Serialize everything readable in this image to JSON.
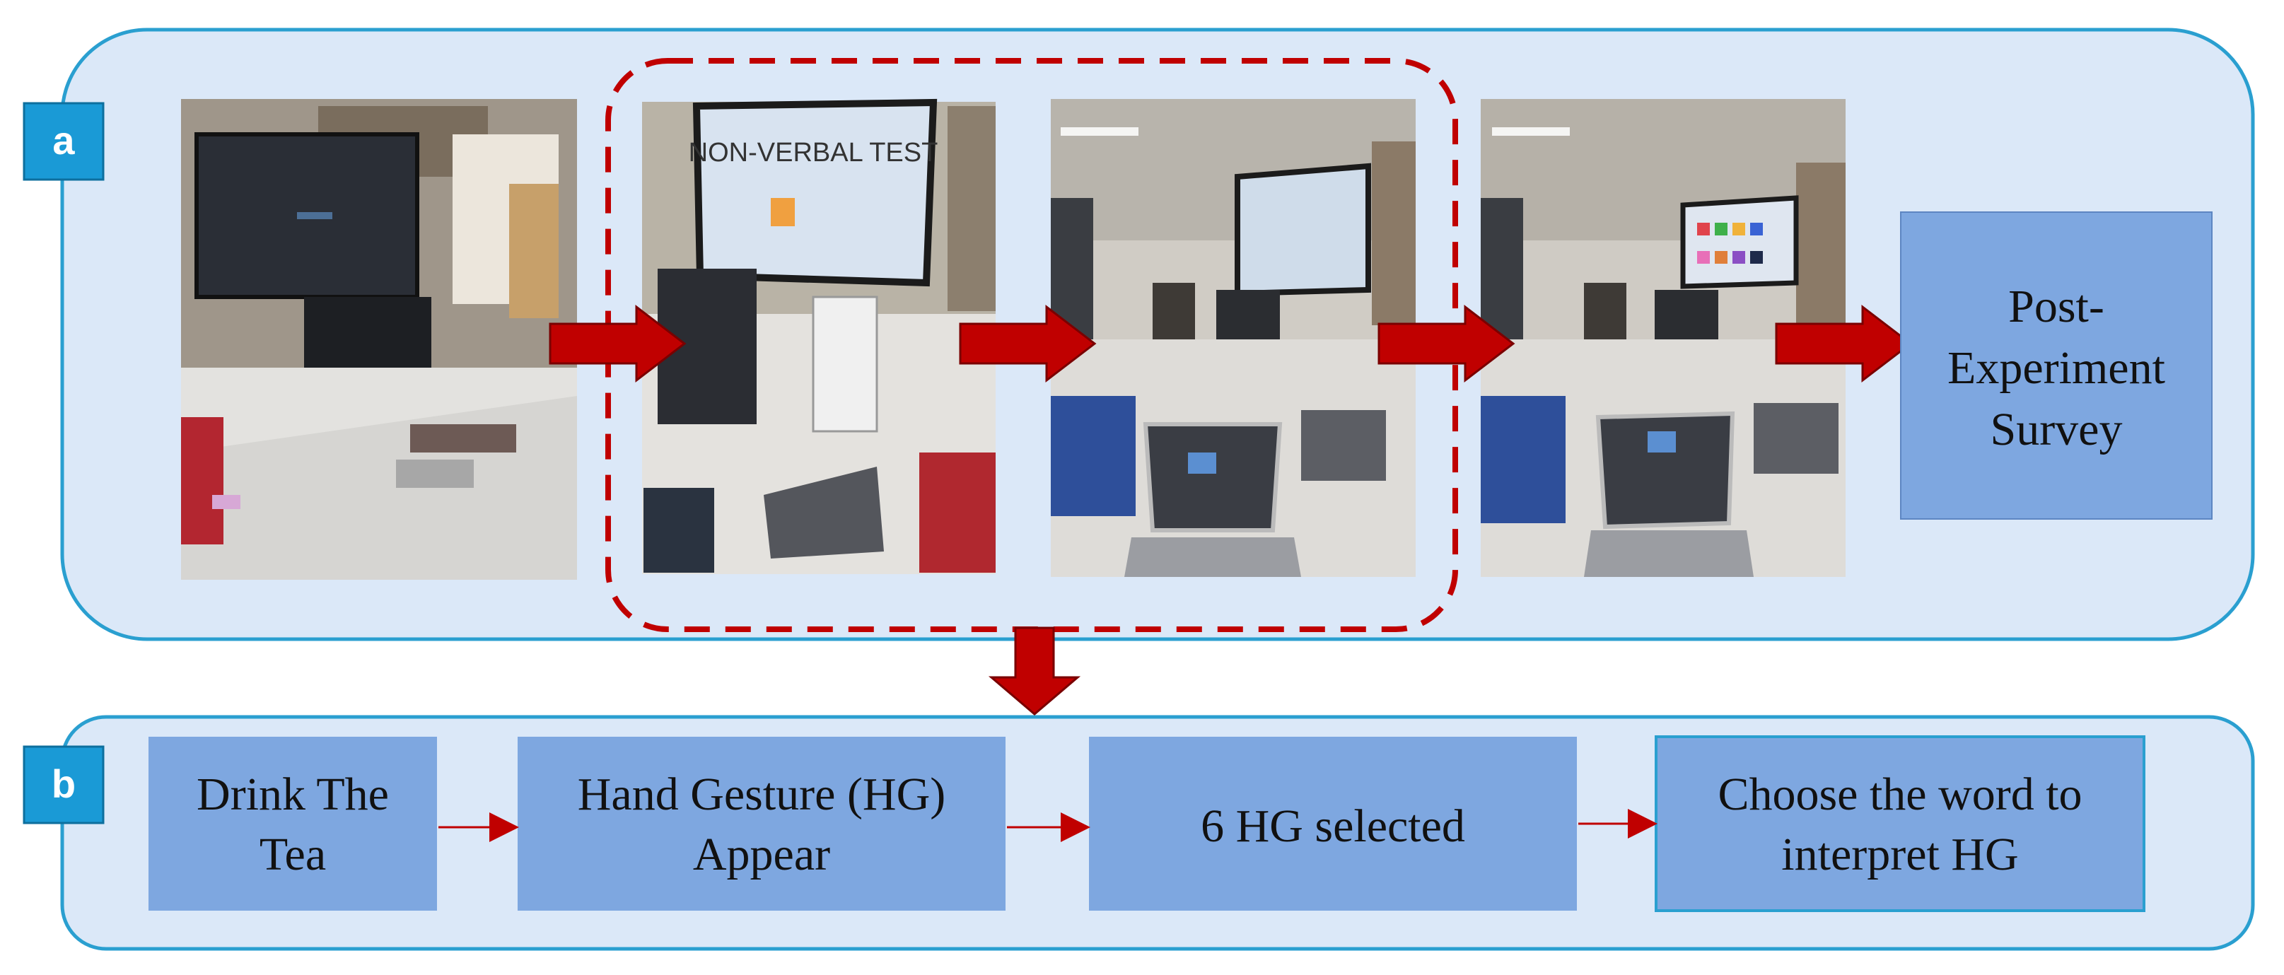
{
  "panel_a": {
    "label": "a",
    "photos": [
      {
        "scene": "office-monitor-setup",
        "screen_text": ""
      },
      {
        "scene": "nonverbal-test-screen",
        "screen_text": "NON-VERBAL TEST"
      },
      {
        "scene": "hand-gesture-options-screen",
        "screen_text": ""
      },
      {
        "scene": "color-selection-screen",
        "screen_text": ""
      }
    ],
    "final_box": {
      "lines": [
        "Post-",
        "Experiment",
        "Survey"
      ]
    }
  },
  "panel_b": {
    "label": "b",
    "steps": [
      {
        "lines": [
          "Drink The",
          "Tea"
        ]
      },
      {
        "lines": [
          "Hand Gesture (HG)",
          "Appear"
        ]
      },
      {
        "lines": [
          "6 HG selected"
        ]
      },
      {
        "lines": [
          "Choose the word to",
          "interpret HG"
        ]
      }
    ]
  },
  "colors": {
    "panel_fill": "#dbe8f8",
    "panel_stroke": "#2a9fd0",
    "box_fill": "#7ea7e0",
    "label_fill": "#1a9ad6",
    "arrow_red": "#c00000",
    "dashed_red": "#c00000"
  }
}
